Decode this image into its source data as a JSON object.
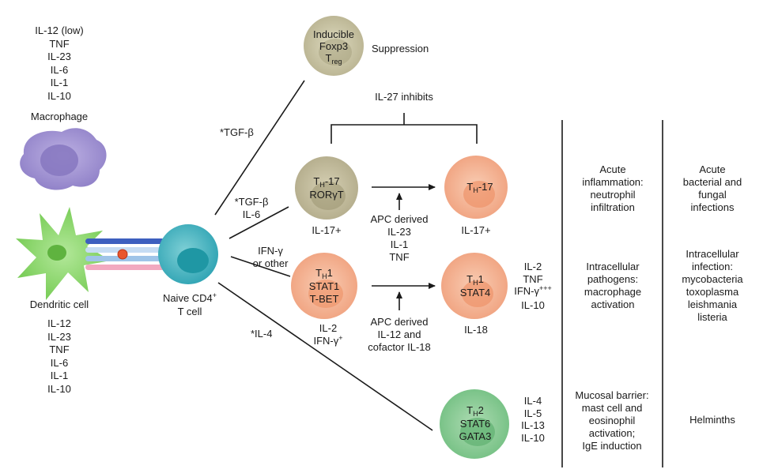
{
  "macrophage": {
    "label": "Macrophage",
    "cytokines": [
      "IL-12 (low)",
      "TNF",
      "IL-23",
      "IL-6",
      "IL-1",
      "IL-10"
    ]
  },
  "dendritic": {
    "label": "Dendritic cell",
    "cytokines": [
      "IL-12",
      "IL-23",
      "TNF",
      "IL-6",
      "IL-1",
      "IL-10"
    ]
  },
  "naive": {
    "label_line1": "Naive CD4",
    "label_sup": "+",
    "label_line2": "T cell"
  },
  "treg": {
    "line1": "Inducible",
    "line2": "Foxp3",
    "line3_main": "T",
    "line3_sub": "reg",
    "outcome": "Suppression",
    "inducer": "*TGF-β"
  },
  "il27": "IL-27 inhibits",
  "th17_early": {
    "title_main": "T",
    "title_sub": "H",
    "title_rest": "-17",
    "line2": "RORγT",
    "below": "IL-17+",
    "inducer_line1": "*TGF-β",
    "inducer_line2": "IL-6"
  },
  "th17_late": {
    "title_main": "T",
    "title_sub": "H",
    "title_rest": "-17",
    "below": "IL-17+"
  },
  "apc17": [
    "APC derived",
    "IL-23",
    "IL-1",
    "TNF"
  ],
  "th1_early": {
    "title_main": "T",
    "title_sub": "H",
    "title_rest": "1",
    "line2": "STAT1",
    "line3": "T-BET",
    "below_line1": "IL-2",
    "below_line2_main": "IFN-γ",
    "below_line2_sup": "+",
    "inducer_line1": "IFN-γ",
    "inducer_line2": "or other"
  },
  "th1_late": {
    "title_main": "T",
    "title_sub": "H",
    "title_rest": "1",
    "line2": "STAT4",
    "below": "IL-18",
    "right_cytokines": [
      "IL-2",
      "TNF"
    ],
    "ifn_main": "IFN-γ",
    "ifn_sup": "+++",
    "il10": "IL-10"
  },
  "apc1": [
    "APC derived",
    "IL-12 and",
    "cofactor IL-18"
  ],
  "th2": {
    "title_main": "T",
    "title_sub": "H",
    "title_rest": "2",
    "line2": "STAT6",
    "line3": "GATA3",
    "inducer": "*IL-4",
    "right_cytokines": [
      "IL-4",
      "IL-5",
      "IL-13",
      "IL-10"
    ]
  },
  "functions": {
    "th17": [
      "Acute",
      "inflammation:",
      "neutrophil",
      "infiltration"
    ],
    "th1": [
      "Intracellular",
      "pathogens:",
      "macrophage",
      "activation"
    ],
    "th2": [
      "Mucosal barrier:",
      "mast cell and",
      "eosinophil",
      "activation;",
      "IgE induction"
    ]
  },
  "diseases": {
    "th17": [
      "Acute",
      "bacterial and",
      "fungal",
      "infections"
    ],
    "th1": [
      "Intracellular",
      "infection:",
      "mycobacteria",
      "toxoplasma",
      "leishmania",
      "listeria"
    ],
    "th2": [
      "Helminths"
    ]
  },
  "colors": {
    "treg": "#cfcba8",
    "th17_early": "#c9c2a4",
    "th_orange": "#f6b99a",
    "th2": "#8ccd97",
    "naive": "#4fb9c4",
    "macrophage": "#a99bd6",
    "dendritic": "#8fd86f"
  }
}
